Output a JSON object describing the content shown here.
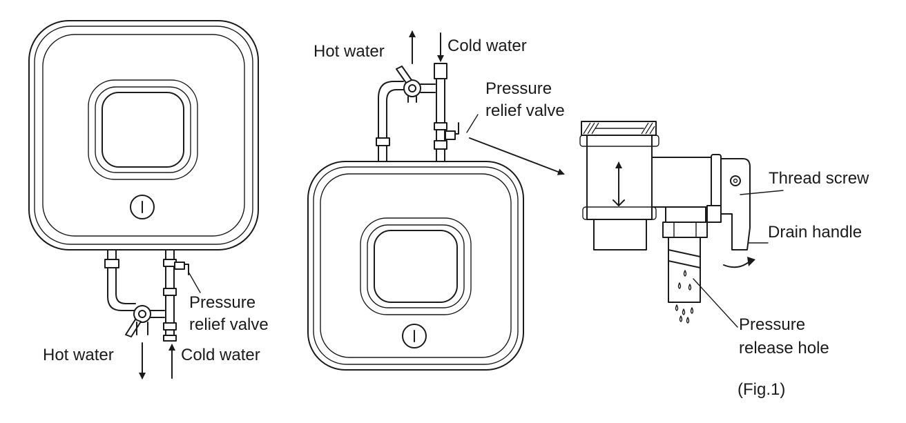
{
  "left_heater": {
    "hot_label": "Hot water",
    "cold_label": "Cold water",
    "valve_label_line1": "Pressure",
    "valve_label_line2": "relief valve"
  },
  "center_heater": {
    "hot_label": "Hot water",
    "cold_label": "Cold water",
    "valve_label_line1": "Pressure",
    "valve_label_line2": "relief valve"
  },
  "valve_detail": {
    "thread_screw_label": "Thread screw",
    "drain_handle_label": "Drain handle",
    "release_label_line1": "Pressure",
    "release_label_line2": "release hole"
  },
  "figure_caption": "(Fig.1)",
  "colors": {
    "line": "#1a1a1a",
    "background": "#ffffff"
  }
}
